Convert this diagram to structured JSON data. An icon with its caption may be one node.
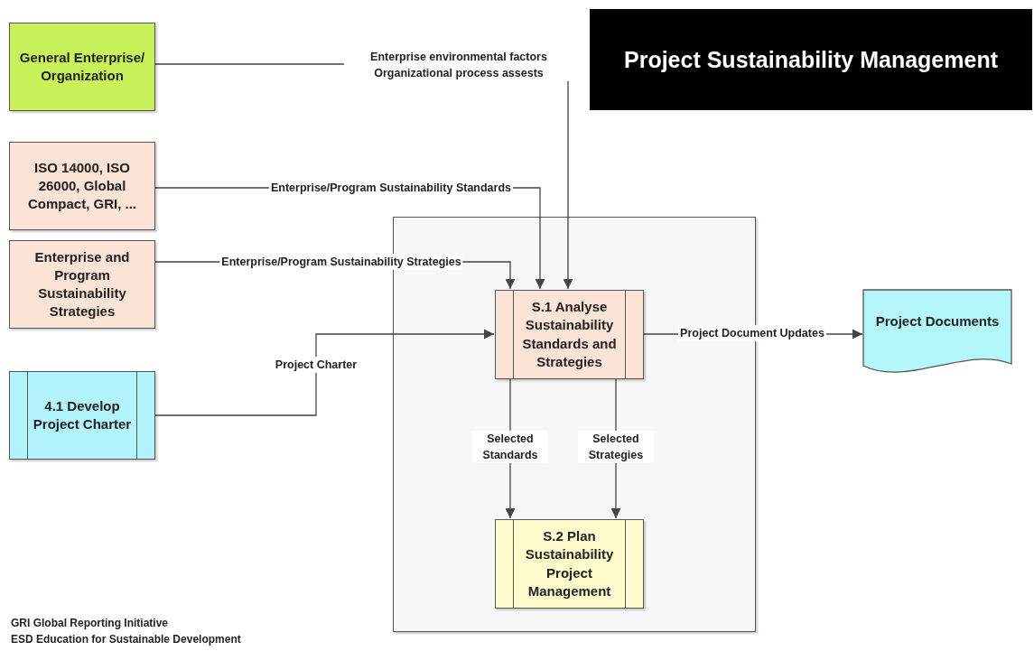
{
  "diagram": {
    "title": "Project Sustainability Management",
    "nodes": [
      {
        "text": [
          "General Enterprise/ Organization"
        ]
      },
      {
        "text": [
          "ISO 14000, ISO 26000, Global Compact, GRI, ..."
        ]
      },
      {
        "text": [
          "Enterprise and Program Sustainability Strategies"
        ]
      },
      {
        "text": [
          "4.1 Develop Project Charter"
        ]
      },
      {
        "text": [],
        "shape": "box"
      },
      {
        "text": [
          "S.1 Analyse Sustainability Standards and Strategies"
        ],
        "in": 4
      },
      {
        "text": [
          "S.2 Plan Sustainability Project Management"
        ],
        "in": 4
      },
      {
        "text": [
          "Project Documents"
        ]
      }
    ],
    "edges": [
      {
        "from": 0,
        "to": 5,
        "arrow": "to",
        "label": "Enterprise environmental factors Organizational process assests"
      },
      {
        "from": 1,
        "to": 5,
        "arrow": "to",
        "label": "Enterprise/Program Sustainability  Standards"
      },
      {
        "from": 2,
        "to": 5,
        "arrow": "to",
        "label": "Enterprise/Program Sustainability Strategies"
      },
      {
        "from": 3,
        "to": 5,
        "arrow": "to",
        "label": "Project Charter"
      },
      {
        "from": 5,
        "to": 7,
        "arrow": "to",
        "label": "Project Document Updates"
      },
      {
        "from": 5,
        "to": 6,
        "arrow": "to",
        "label": "Selected Standards"
      },
      {
        "from": 5,
        "to": 6,
        "arrow": "to",
        "label": "Selected Strategies"
      }
    ],
    "labels": [
      "GRI Global Reporting Initiative",
      "ESD Education for Sustainable Development"
    ]
  }
}
